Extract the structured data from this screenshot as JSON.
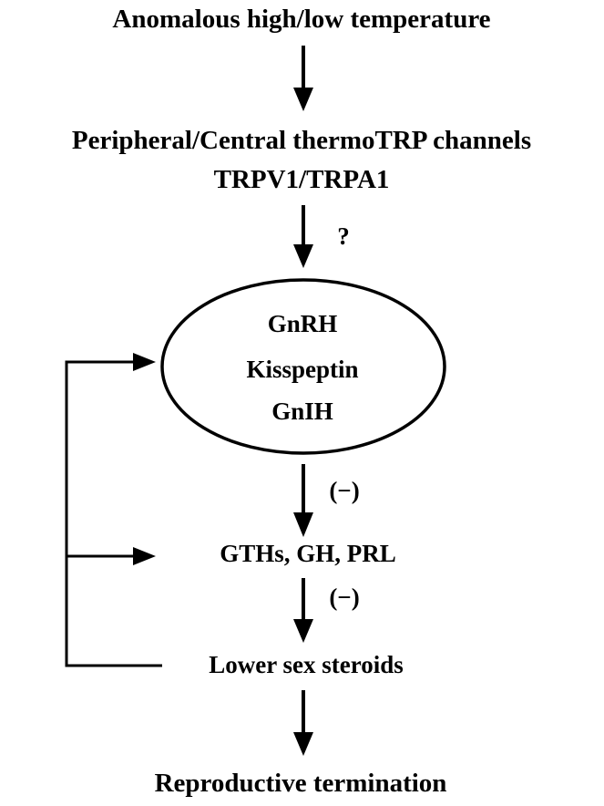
{
  "nodes": {
    "trigger": "Anomalous high/low temperature",
    "channels_line1": "Peripheral/Central thermoTRP channels",
    "channels_line2": "TRPV1/TRPA1",
    "uncertain_mark": "?",
    "hypothalamus": [
      "GnRH",
      "Kisspeptin",
      "GnIH"
    ],
    "pituitary": "GTHs, GH, PRL",
    "inhibit_mark_1": "(−)",
    "inhibit_mark_2": "(−)",
    "steroids": "Lower sex steroids",
    "outcome": "Reproductive termination"
  },
  "colors": {
    "ink": "#000000",
    "background": "#ffffff"
  }
}
